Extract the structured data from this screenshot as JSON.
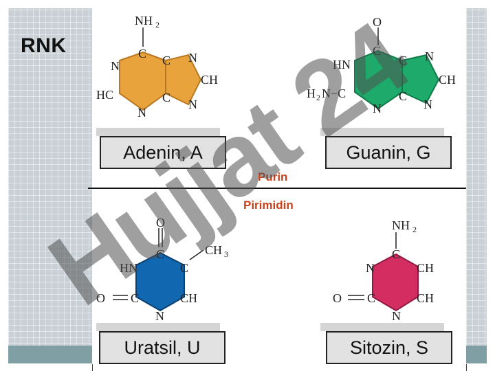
{
  "slide": {
    "title": "RNK",
    "purine_label": "Purin",
    "pyrimidine_label": "Pirimidin",
    "watermark": "Hujjat 24"
  },
  "molecules": {
    "adenine": {
      "name": "Adenin, A",
      "color": "#e8a33c",
      "atoms": {
        "nh2": "NH",
        "sub2": "2",
        "c": "C",
        "n": "N",
        "ch": "CH",
        "hc": "HC"
      }
    },
    "guanine": {
      "name": "Guanin, G",
      "color": "#1eaa6a",
      "atoms": {
        "o": "O",
        "hn": "HN",
        "h2n": "H",
        "sub2": "2",
        "nc": "N−C",
        "c": "C",
        "n": "N",
        "ch": "CH"
      }
    },
    "uracil": {
      "name": "Uratsil, U",
      "color": "#1167b0",
      "atoms": {
        "o": "O",
        "c": "C",
        "hn": "HN",
        "ch3": "CH",
        "sub3": "3",
        "oc": "O",
        "ch": "CH",
        "n": "N"
      }
    },
    "cytosine": {
      "name": "Sitozin, S",
      "color": "#d42d62",
      "atoms": {
        "nh2": "NH",
        "sub2": "2",
        "c": "C",
        "n": "N",
        "ch": "CH",
        "o": "O"
      }
    }
  }
}
